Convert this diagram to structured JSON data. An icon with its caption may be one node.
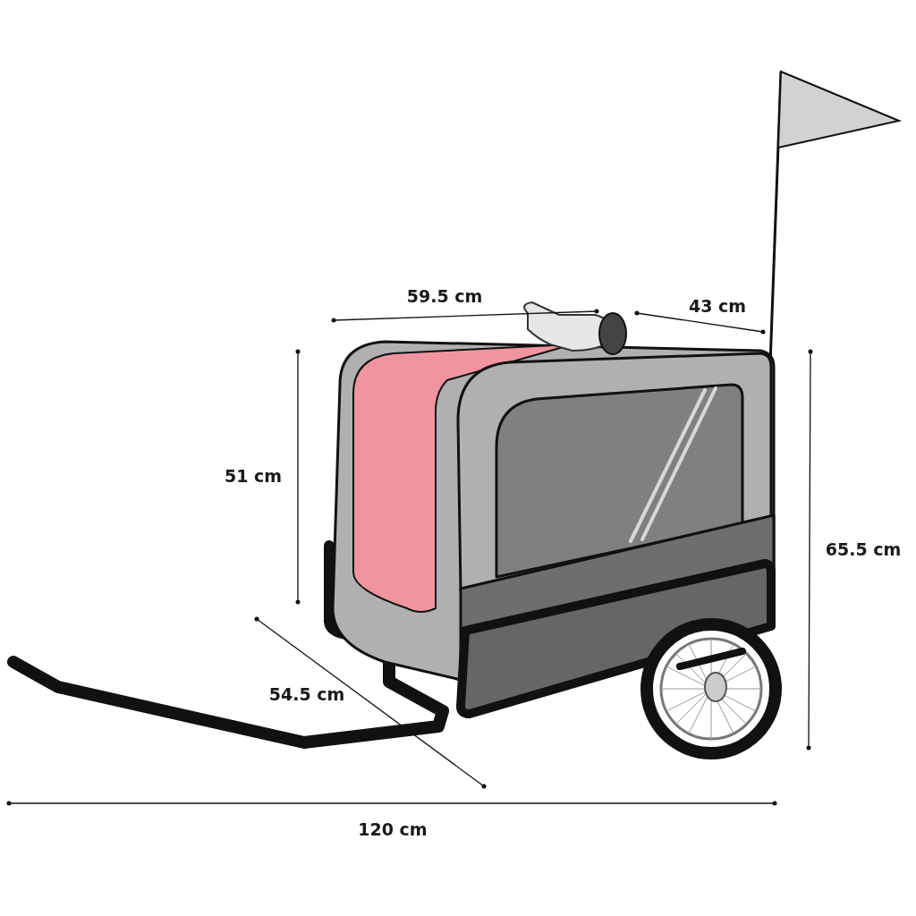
{
  "diagram": {
    "labels": [
      "59.5 cm",
      "43 cm",
      "51 cm",
      "65.5 cm",
      "54.5 cm",
      "120 cm"
    ]
  }
}
